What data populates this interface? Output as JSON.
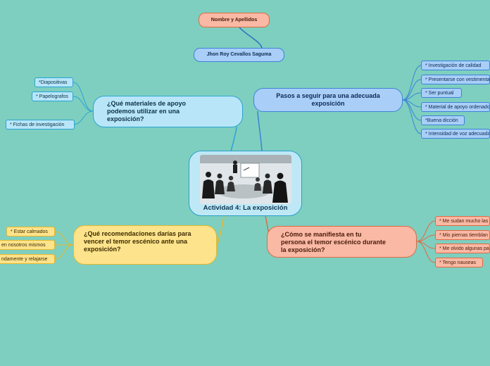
{
  "central_topic": {
    "title": "Actividad 4: La exposición",
    "image": "business-presentation-silhouettes-image"
  },
  "name_node": {
    "label": "Nombre y Apellidos",
    "value": "Jhon Roy Cevallos Saguma"
  },
  "branches": {
    "steps": {
      "title": "Pasos a seguir para una adecuada exposición",
      "color": "#3b83d8",
      "items": [
        "* Investigación de calidad",
        "* Presentarse con vestimenta",
        "* Ser puntual",
        "* Material de apoyo ordenado",
        "*Buena dicción",
        "* Intensidad de voz adecuada"
      ]
    },
    "materials": {
      "title": "¿Qué materiales de apoyo podemos utilizar en una exposición?",
      "color": "#2aa3d3",
      "items": [
        "*Diapositivas",
        "* Papelografos",
        "* Fichas de investigación"
      ]
    },
    "recommendations": {
      "title": "¿Qué recomendaciones darías para vencer el temor escénico ante una exposición?",
      "color": "#e8b82d",
      "items": [
        "* Estar calmados",
        "en nosotros mismos",
        "ndamente y relajarse"
      ]
    },
    "fear": {
      "title": "¿Cómo se manifiesta en tu persona el temor escénico durante la exposición?",
      "color": "#e06a43",
      "items": [
        "* Me sudan mucho las manos",
        "* Mis piernas tiemblan",
        "* Me olvido algunas palabras",
        "* Tengo nauseas"
      ]
    }
  }
}
